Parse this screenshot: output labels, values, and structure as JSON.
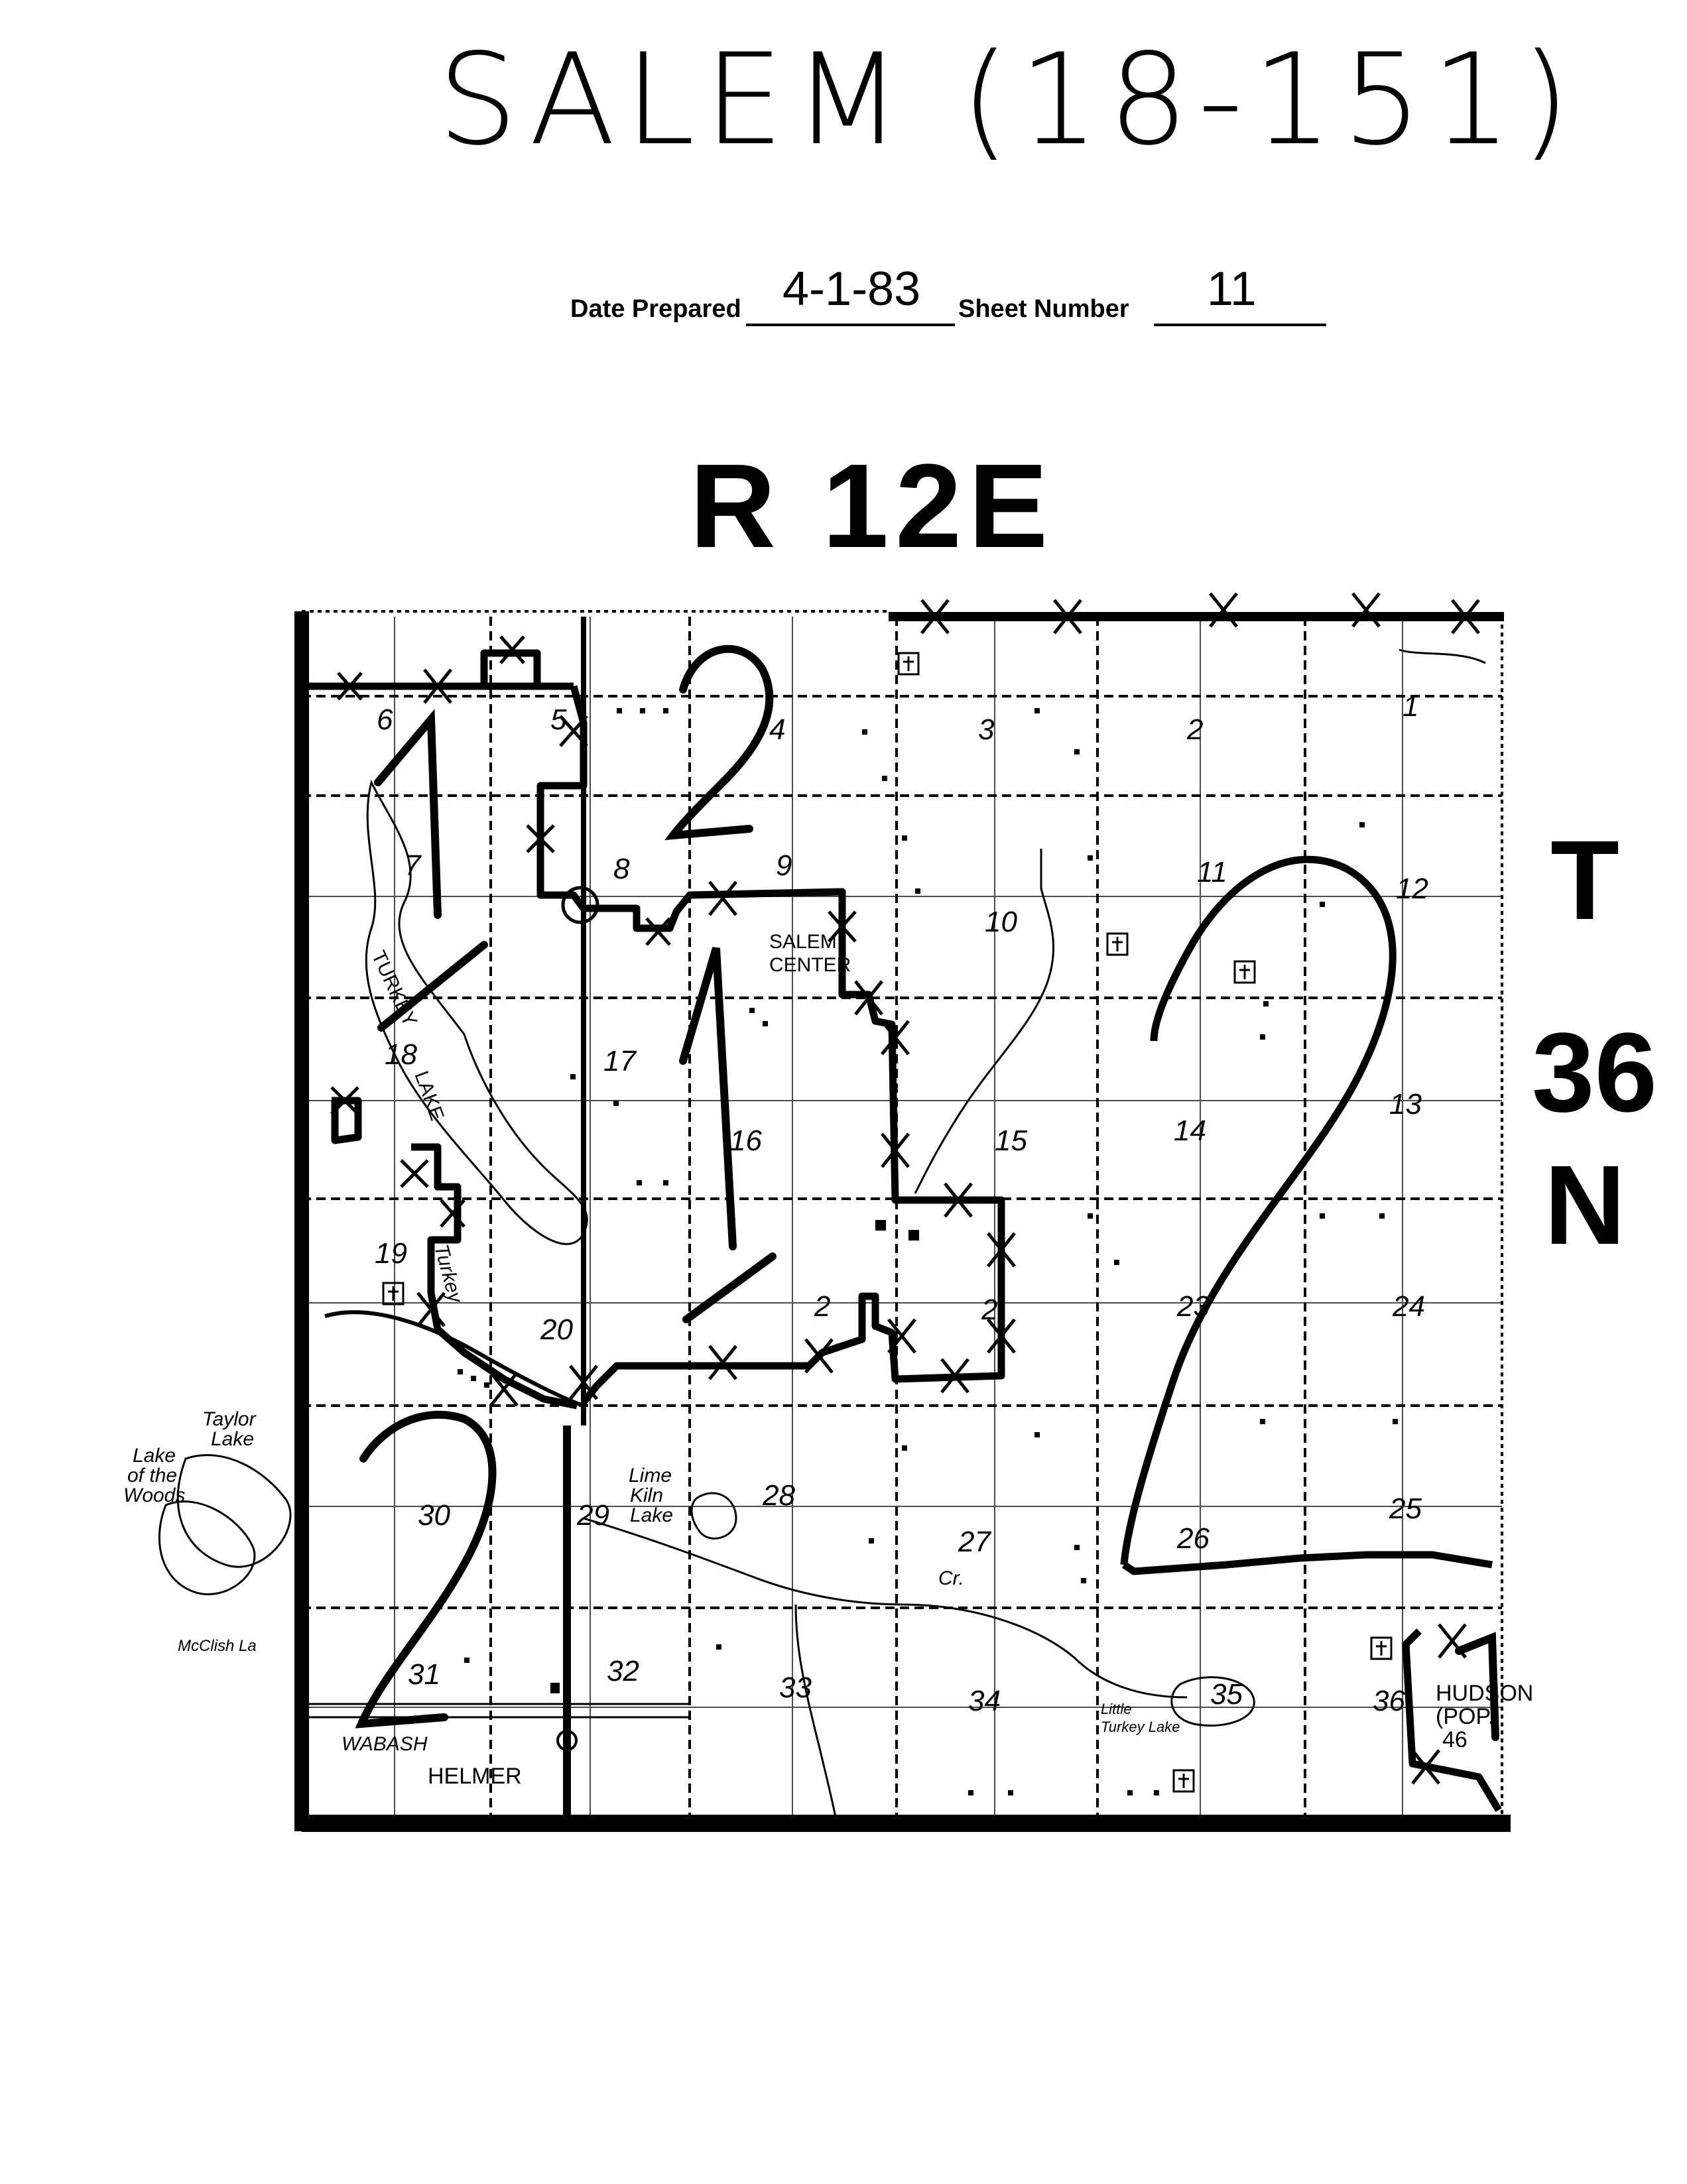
{
  "header": {
    "title": "SALEM (18-151)",
    "date_label": "Date Prepared",
    "date_value": "4-1-83",
    "sheet_label": "Sheet Number",
    "sheet_value": "11"
  },
  "range_label": "R 12E",
  "township_label": {
    "line1": "T",
    "line2": "36",
    "line3": "N"
  },
  "sections": [
    "1",
    "2",
    "3",
    "4",
    "5",
    "6",
    "7",
    "8",
    "9",
    "10",
    "11",
    "12",
    "13",
    "14",
    "15",
    "16",
    "17",
    "18",
    "19",
    "20",
    "2",
    "2",
    "23",
    "24",
    "25",
    "26",
    "27",
    "28",
    "29",
    "30",
    "31",
    "32",
    "33",
    "34",
    "35",
    "36"
  ],
  "places": {
    "salem_center_1": "SALEM",
    "salem_center_2": "CENTER",
    "turkey_lake_1": "TURKEY",
    "turkey_lake_2": "LAKE",
    "turkey_creek": "Turkey",
    "taylor_1": "Taylor",
    "taylor_2": "Lake",
    "lake_woods_1": "Lake",
    "lake_woods_2": "of the",
    "lake_woods_3": "Woods",
    "lime_kiln_1": "Lime",
    "lime_kiln_2": "Kiln",
    "lime_kiln_3": "Lake",
    "mcclish": "McClish La",
    "creek": "Cr.",
    "little_turkey_1": "Little",
    "little_turkey_2": "Turkey Lake",
    "wabash": "WABASH",
    "helmer": "HELMER",
    "hudson_1": "HUDSON",
    "hudson_2": "(POP.",
    "hudson_3": "46"
  },
  "district_numbers": [
    "1",
    "2",
    "1",
    "2",
    "2",
    "1"
  ]
}
